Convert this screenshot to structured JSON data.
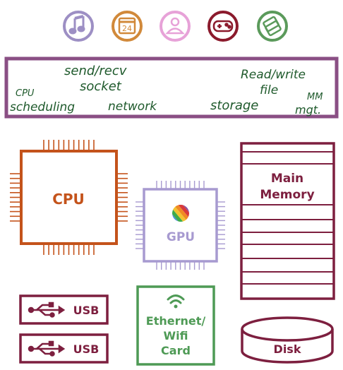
{
  "colors": {
    "app_music": "#9d8fc4",
    "app_calendar": "#d1893a",
    "app_contacts": "#e7a2d8",
    "app_game": "#8b1a2c",
    "app_pay": "#5b9a5b",
    "os_bar": "#8a4f84",
    "handwriting": "#1f5a2c",
    "cpu": "#c4531b",
    "gpu": "#a79ad0",
    "memory": "#7d1f3f",
    "usb": "#7d1f3f",
    "network_card": "#4e9a55",
    "disk": "#7d1f3f"
  },
  "apps": [
    {
      "icon": "music-note-icon"
    },
    {
      "icon": "calendar-icon",
      "label": "24"
    },
    {
      "icon": "person-icon"
    },
    {
      "icon": "gamepad-icon"
    },
    {
      "icon": "card-icon"
    }
  ],
  "os": {
    "cpu_line1": "CPU",
    "cpu_line2": "scheduling",
    "send_recv": "send/recv",
    "socket": "socket",
    "network": "network",
    "storage": "storage",
    "read_write": "Read/write",
    "file": "file",
    "mm": "MM",
    "mgt": "mgt."
  },
  "hardware": {
    "cpu": "CPU",
    "gpu": "GPU",
    "memory_line1": "Main",
    "memory_line2": "Memory",
    "usb": [
      "USB",
      "USB"
    ],
    "nic_line1": "Ethernet/",
    "nic_line2": "Wifi",
    "nic_line3": "Card",
    "disk": "Disk"
  }
}
